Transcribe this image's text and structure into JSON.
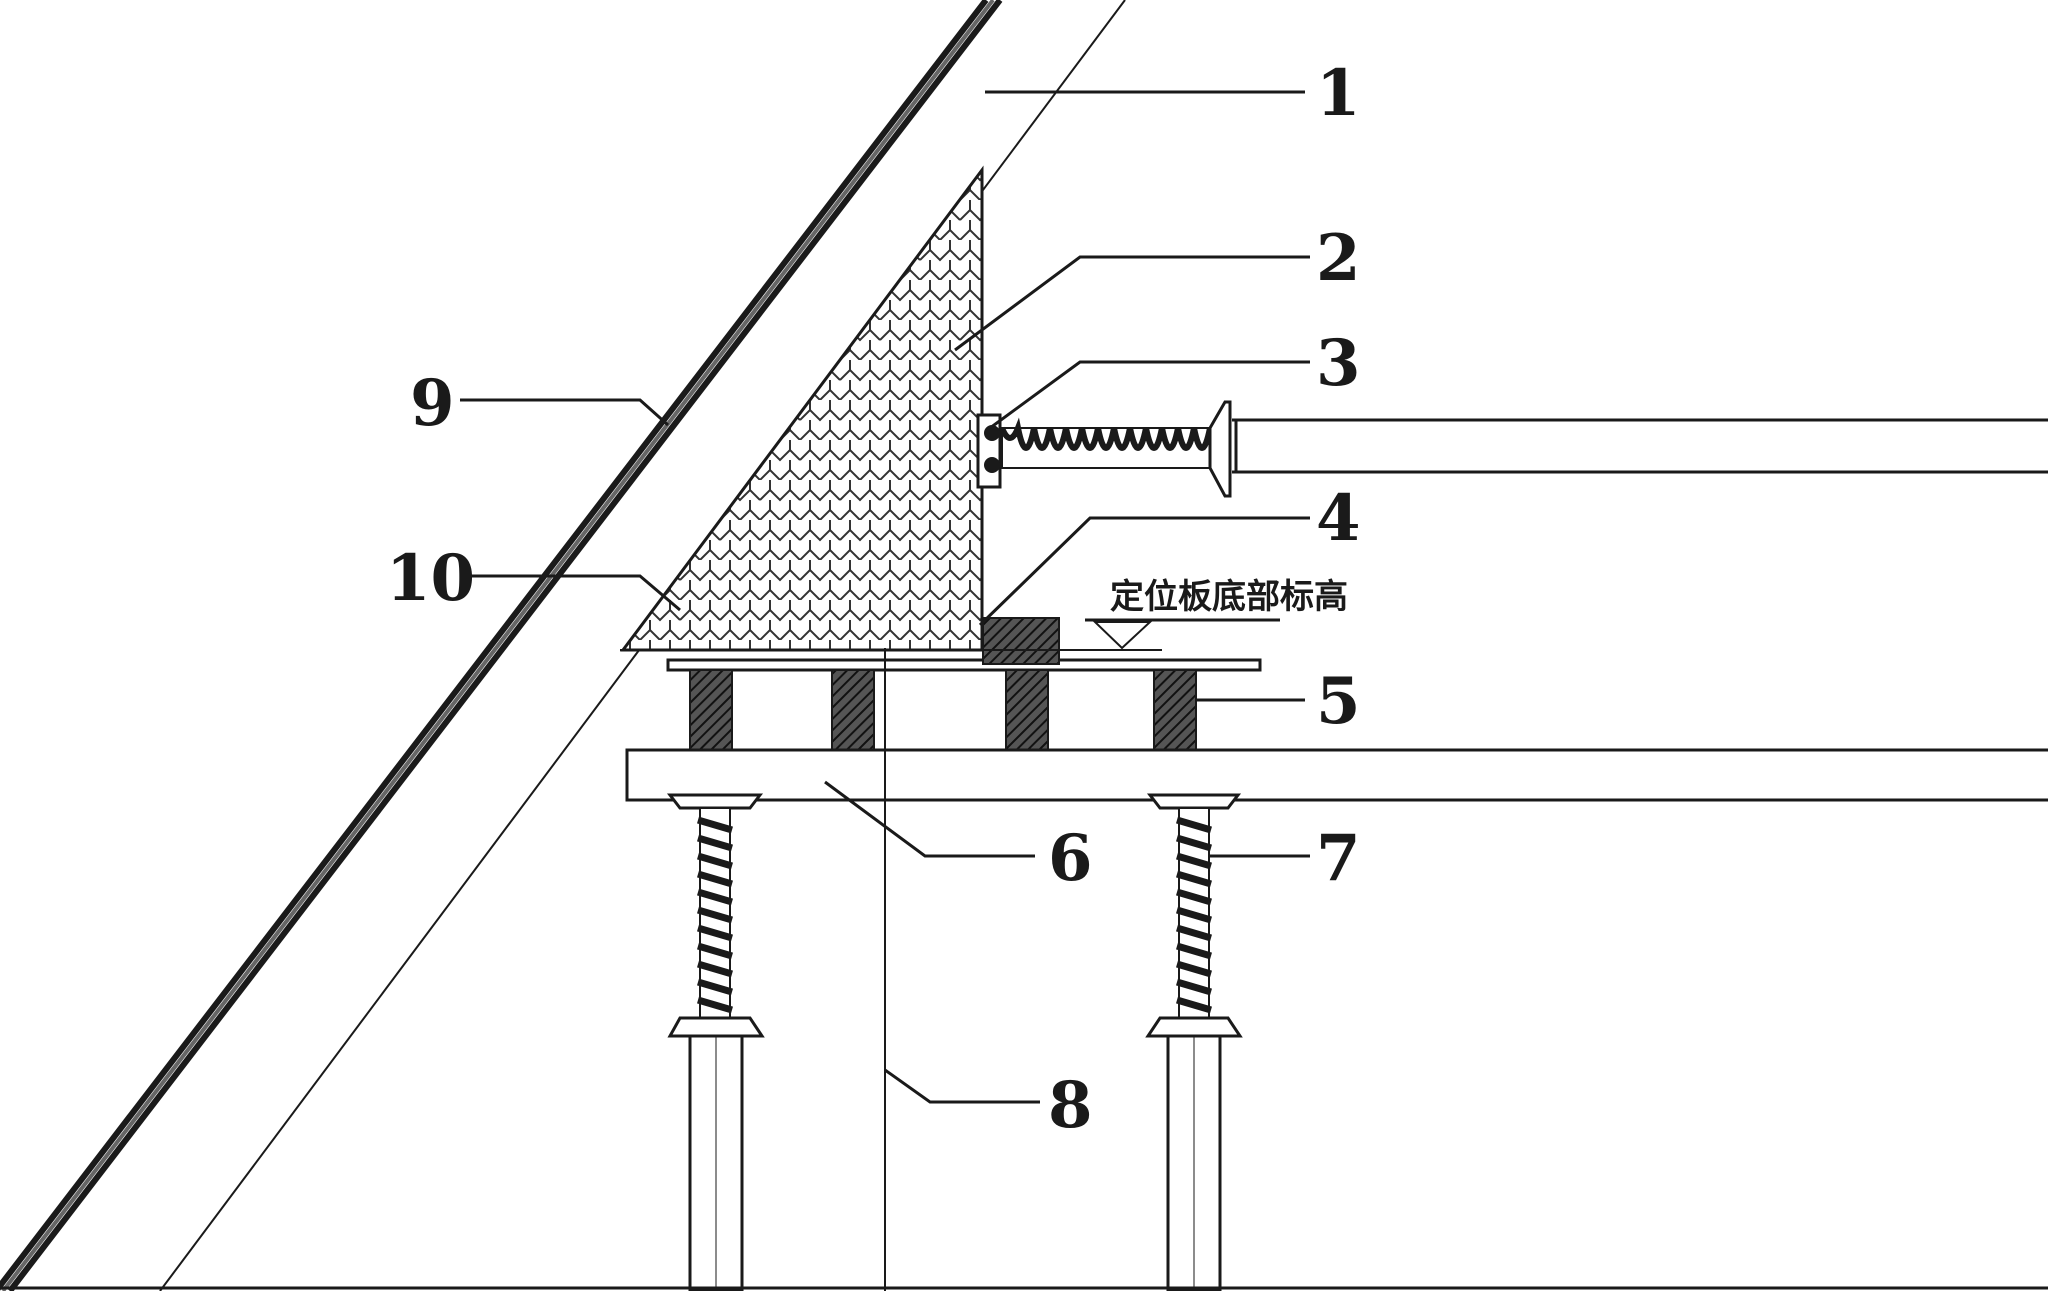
{
  "callouts": [
    {
      "id": "1",
      "text": "1"
    },
    {
      "id": "2",
      "text": "2"
    },
    {
      "id": "3",
      "text": "3"
    },
    {
      "id": "4",
      "text": "4"
    },
    {
      "id": "5",
      "text": "5"
    },
    {
      "id": "6",
      "text": "6"
    },
    {
      "id": "7",
      "text": "7"
    },
    {
      "id": "8",
      "text": "8"
    },
    {
      "id": "9",
      "text": "9"
    },
    {
      "id": "10",
      "text": "10"
    }
  ],
  "elevation_note": "定位板底部标高",
  "colors": {
    "line": "#1a1a1a",
    "fill_dark": "#2b2b2b",
    "background": "#ffffff"
  }
}
